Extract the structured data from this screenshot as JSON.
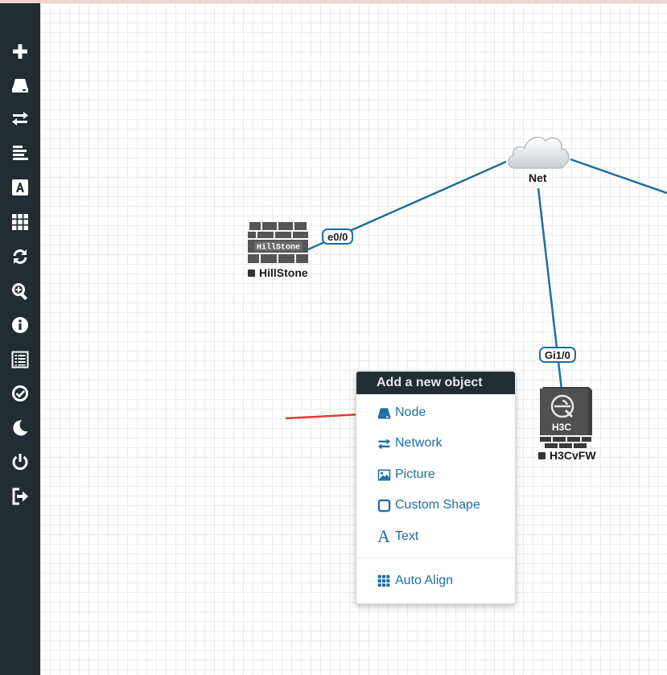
{
  "sidebar": {
    "items": [
      {
        "icon": "plus-icon"
      },
      {
        "icon": "node-icon"
      },
      {
        "icon": "network-icon"
      },
      {
        "icon": "align-left-icon"
      },
      {
        "icon": "text-icon"
      },
      {
        "icon": "grid-icon"
      },
      {
        "icon": "refresh-icon"
      },
      {
        "icon": "zoom-icon"
      },
      {
        "icon": "info-icon"
      },
      {
        "icon": "list-icon"
      },
      {
        "icon": "check-circle-icon"
      },
      {
        "icon": "moon-icon"
      },
      {
        "icon": "power-icon"
      },
      {
        "icon": "sign-out-icon"
      }
    ]
  },
  "topology": {
    "nodes": {
      "hillstone": {
        "label": "HillStone",
        "logo_text": "HillStone"
      },
      "h3cvfw": {
        "label": "H3CvFW",
        "logo_text": "H3C"
      },
      "net": {
        "label": "Net"
      }
    },
    "interfaces": {
      "hillstone_e0": "e0/0",
      "h3c_gi": "Gi1/0"
    }
  },
  "context_menu": {
    "title": "Add a new object",
    "items": {
      "node": "Node",
      "network": "Network",
      "picture": "Picture",
      "custom_shape": "Custom Shape",
      "text": "Text",
      "auto_align": "Auto Align"
    }
  },
  "colors": {
    "sidebar_bg": "#222d32",
    "link": "#1f6da0",
    "menu_text": "#1f6da0",
    "arrow": "#e53935"
  }
}
